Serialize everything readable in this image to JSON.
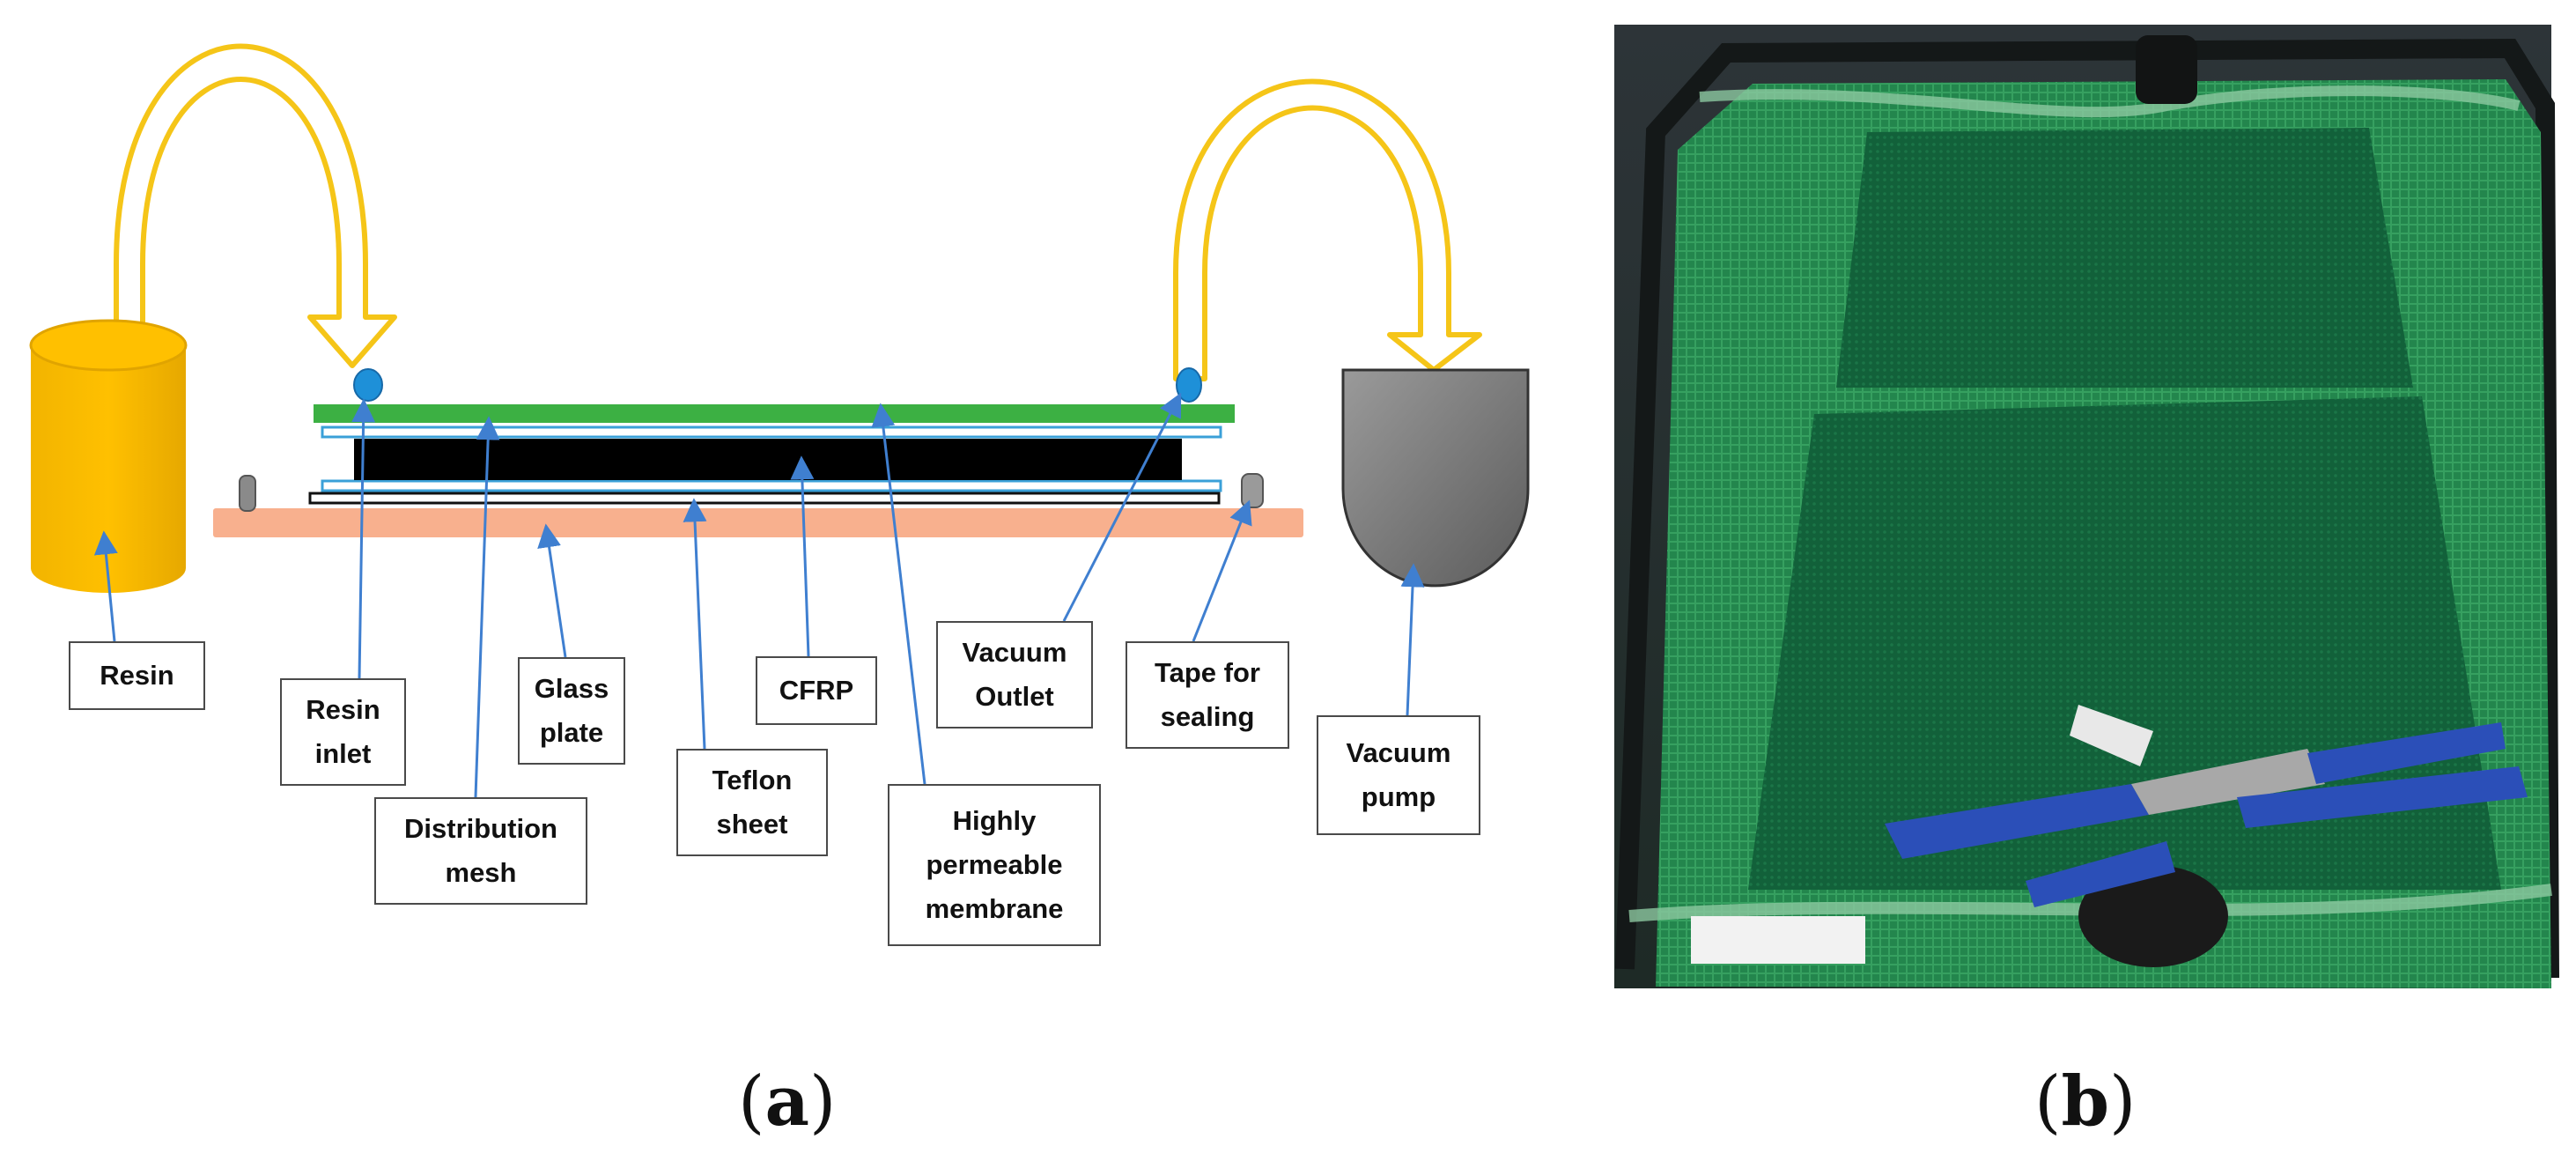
{
  "panel_a": {
    "caption": {
      "open": "(",
      "letter": "a",
      "close": ")"
    },
    "labels": {
      "resin": "Resin",
      "resin_inlet": "Resin\ninlet",
      "distribution_mesh": "Distribution\nmesh",
      "glass_plate": "Glass\nplate",
      "teflon_sheet": "Teflon\nsheet",
      "cfrp": "CFRP",
      "highly_permeable_membrane": "Highly\npermeable\nmembrane",
      "vacuum_outlet": "Vacuum\nOutlet",
      "tape_for_sealing": "Tape for\nsealing",
      "vacuum_pump": "Vacuum\npump"
    },
    "colors": {
      "resin_container": "#FFC000",
      "arrow_outline": "#F5C518",
      "green_layer": "#3CB043",
      "cfrp": "#000000",
      "glass_plate": "#F8B08E",
      "port": "#1E90D8",
      "leader": "#3F7FD0",
      "pump": "#808080"
    }
  },
  "panel_b": {
    "caption": {
      "open": "(",
      "letter": "b",
      "close": ")"
    },
    "photo_colors": {
      "mesh": "#1E7A45",
      "fabric": "#0F5A30",
      "clamp": "#2B4FB8",
      "background": "#3A4248"
    }
  }
}
